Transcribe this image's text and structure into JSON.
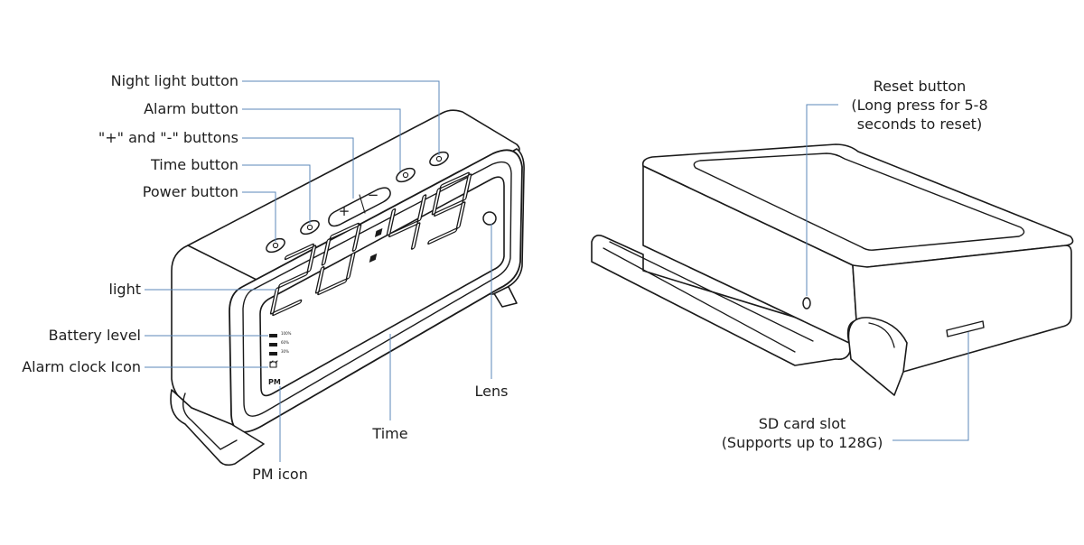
{
  "labels": {
    "night_light_button": "Night light button",
    "alarm_button": "Alarm button",
    "plus_minus_buttons": "\"+\" and \"-\" buttons",
    "time_button": "Time button",
    "power_button": "Power button",
    "light": "light",
    "battery_level": "Battery level",
    "alarm_clock_icon": "Alarm clock Icon",
    "pm_icon": "PM icon",
    "time": "Time",
    "lens": "Lens",
    "reset_button_line1": "Reset button",
    "reset_button_line2": "(Long press for 5-8",
    "reset_button_line3": "seconds to reset)",
    "sd_card_line1": "SD card slot",
    "sd_card_line2": "(Supports up to 128G)"
  },
  "display": {
    "time_digits": "20:49",
    "pm_text": "PM",
    "battery_marks": [
      "100%",
      "60%",
      "30%"
    ]
  },
  "buttons": {
    "plus_symbol": "+",
    "minus_symbol": "−"
  }
}
